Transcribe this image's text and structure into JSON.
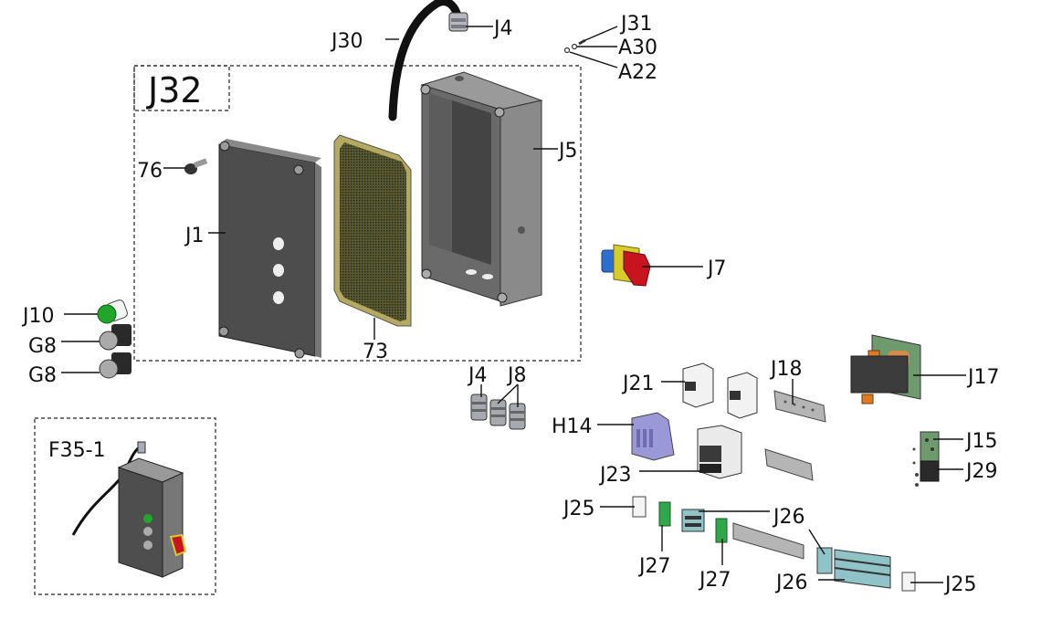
{
  "diagram": {
    "type": "exploded-parts-diagram",
    "groups": {
      "enclosure_assembly": "J32",
      "complete_station": "F35-1"
    },
    "labels": {
      "J30": "J30",
      "J4_top": "J4",
      "J31": "J31",
      "A30": "A30",
      "A22": "A22",
      "J32": "J32",
      "76": "76",
      "J5": "J5",
      "J1": "J1",
      "73": "73",
      "J7": "J7",
      "J10": "J10",
      "G8_a": "G8",
      "G8_b": "G8",
      "J4_bottom": "J4",
      "J8": "J8",
      "J21": "J21",
      "J18": "J18",
      "J17": "J17",
      "H14": "H14",
      "J15": "J15",
      "J23": "J23",
      "J29": "J29",
      "F35-1": "F35-1",
      "J25_left": "J25",
      "J26_top": "J26",
      "J27_left": "J27",
      "J27_right": "J27",
      "J26_bottom": "J26",
      "J25_right": "J25"
    },
    "colors": {
      "enclosure": "#4a4a4a",
      "enclosure_light": "#8a8a8a",
      "mesh_plate": "#6b6a3a",
      "mesh_frame": "#b5a860",
      "pilot_green": "#22a62a",
      "switch_red": "#c8141e",
      "switch_yellow": "#d8cc2a",
      "switch_blue": "#2c6fd0",
      "contactor_lilac": "#9a98d6",
      "terminal_green": "#2fa84a",
      "terminal_blue": "#8fc3c8",
      "transformer_body": "#3c3c3c",
      "transformer_copper": "#d88a4a",
      "terminal_orange": "#e07a20",
      "bracket_green": "#6f9a6e"
    }
  }
}
